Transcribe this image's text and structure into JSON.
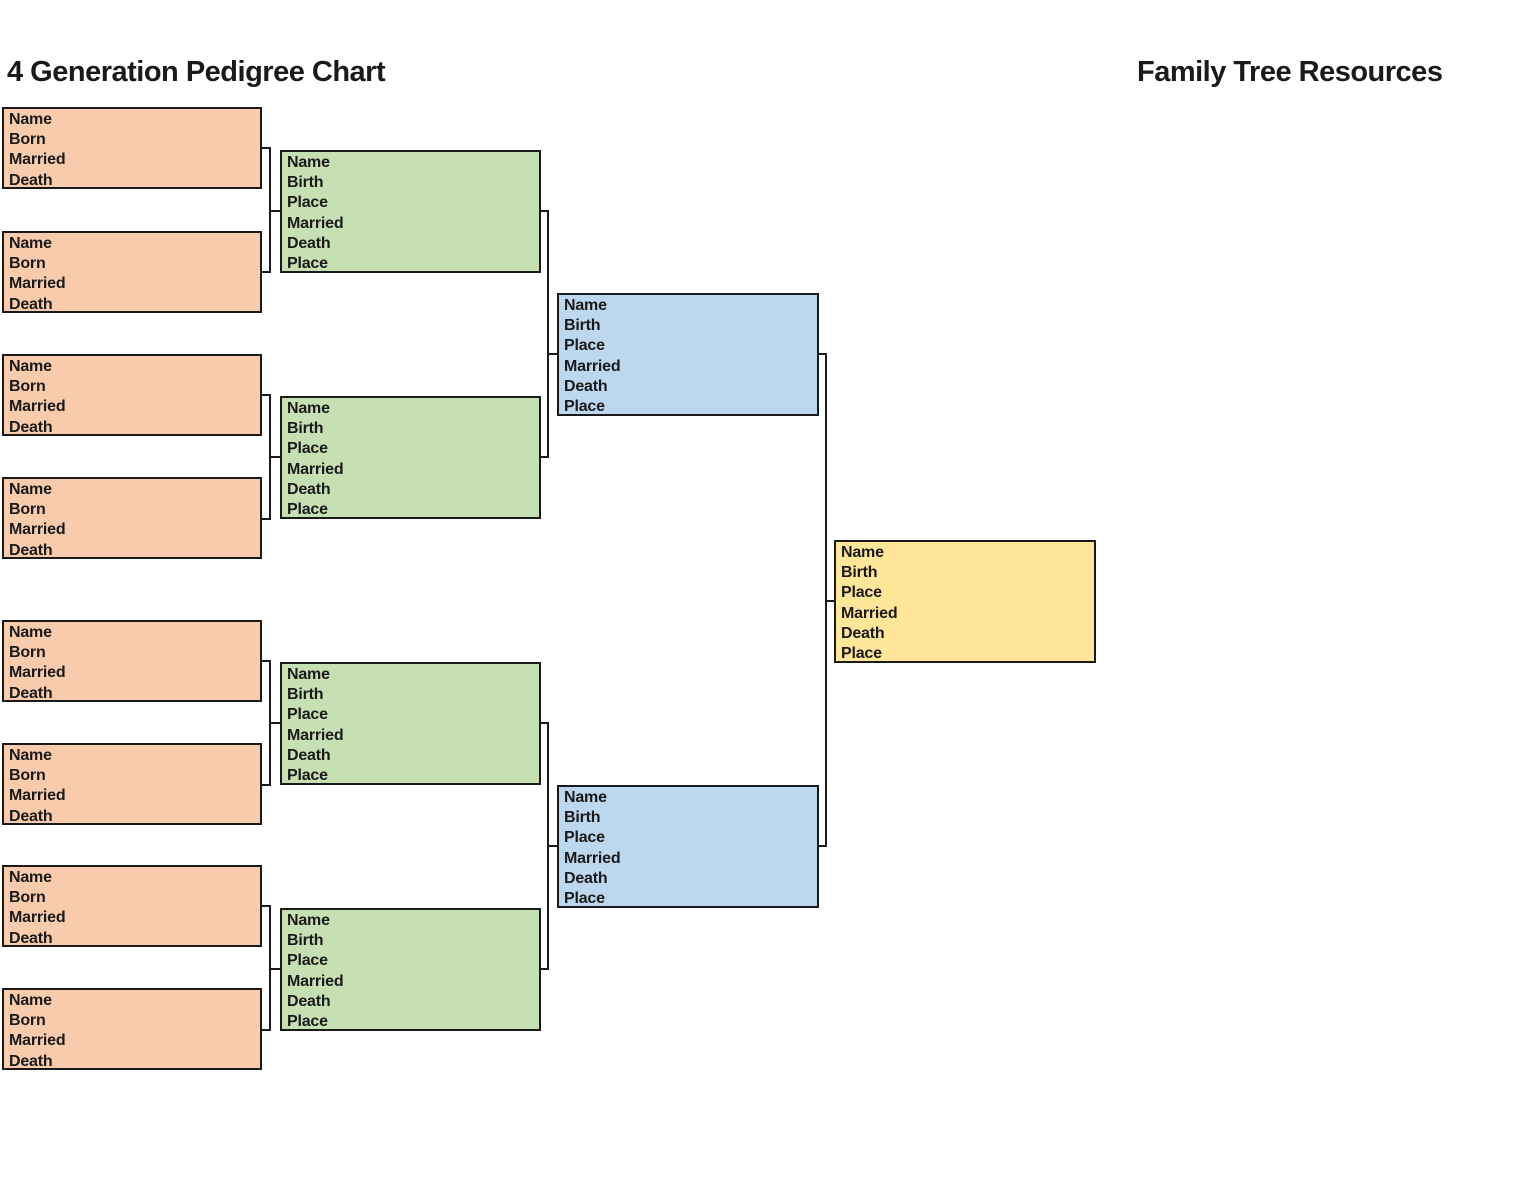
{
  "header": {
    "title": "4 Generation Pedigree Chart",
    "brand": "Family Tree Resources"
  },
  "labels": {
    "gen1": [
      "Name",
      "Born",
      "Married",
      "Death"
    ],
    "gen234": [
      "Name",
      "Birth",
      "Place",
      "Married",
      "Death",
      "Place"
    ]
  },
  "colors": {
    "gen1_fill": "#F8CBAD",
    "gen2_fill": "#C6E0B4",
    "gen3_fill": "#BDD7EE",
    "gen4_fill": "#FFE699",
    "border": "#1A1A1A",
    "connector": "#1A1A1A",
    "text": "#1A1A1A",
    "page_background": "#FFFFFF"
  }
}
